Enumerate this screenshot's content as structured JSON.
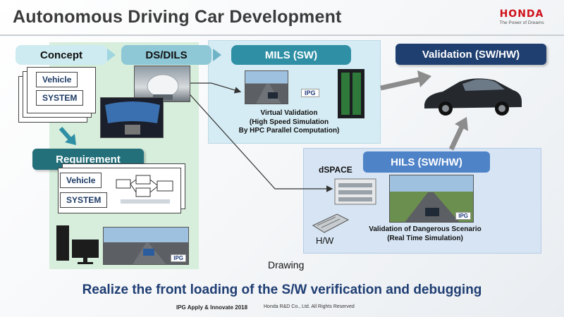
{
  "slide": {
    "title": "Autonomous Driving Car Development",
    "logo": {
      "name": "HONDA",
      "tagline": "The Power of Dreams"
    }
  },
  "stages": {
    "concept": "Concept",
    "ds_dils": "DS/DILS",
    "mils": "MILS (SW)",
    "validation": "Validation (SW/HW)",
    "requirement": "Requirement",
    "hils": "HILS (SW/HW)"
  },
  "concept_cards": {
    "vehicle": "Vehicle",
    "system": "SYSTEM"
  },
  "requirement_cards": {
    "vehicle": "Vehicle",
    "system": "SYSTEM"
  },
  "mils": {
    "caption_line1": "Virtual Validation",
    "caption_line2": "(High Speed Simulation",
    "caption_line3": "By HPC Parallel Computation)",
    "badge": "IPG"
  },
  "hils": {
    "brand": "dSPACE",
    "hw_label": "H/W",
    "caption_line1": "Validation of  Dangerous Scenario",
    "caption_line2": "(Real Time Simulation)",
    "badge": "IPG"
  },
  "green_panel": {
    "badge": "IPG"
  },
  "drawing_label": "Drawing",
  "bottom_message": "Realize the front loading of the S/W verification and debugging",
  "footer": {
    "event": "IPG Apply & Innovate 2018",
    "copyright": "Honda R&D Co., Ltd.  All Rights Reserved"
  },
  "colors": {
    "title": "#3b3b3b",
    "brand_red": "#d0121b",
    "validation_navy": "#1e3f70",
    "mils_teal": "#2f8fa5",
    "hils_blue": "#4f83c8",
    "requirement_teal": "#236f7a",
    "message_blue": "#1f3e73"
  }
}
